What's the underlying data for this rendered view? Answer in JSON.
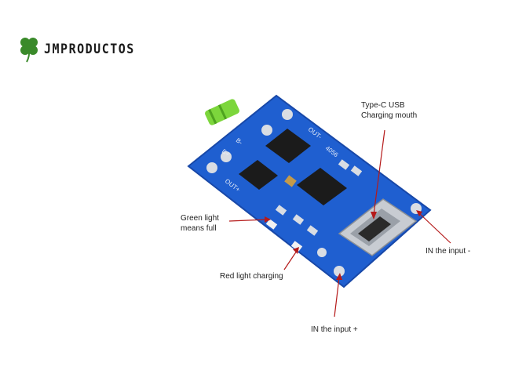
{
  "logo": {
    "text": "JMPRODUCTOS",
    "icon": "four-leaf-clover-icon",
    "color": "#3a8a2a"
  },
  "labels": {
    "typec": "Type-C USB\nCharging mouth",
    "green": "Green light\nmeans full",
    "red": "Red light charging",
    "in_minus": "IN the input -",
    "in_plus": "IN the input +"
  },
  "board": {
    "silkscreen": {
      "out_minus": "OUT-",
      "b_minus": "B-",
      "b_plus": "B+",
      "out_plus": "OUT+",
      "chip": "4056"
    },
    "colors": {
      "pcb": "#1f5fd0",
      "chip": "#1b1b1b",
      "pad": "#d9dde3",
      "usb": "#c8ccd2",
      "arrow": "#b51a1a",
      "wire": "#7cd63c"
    }
  }
}
